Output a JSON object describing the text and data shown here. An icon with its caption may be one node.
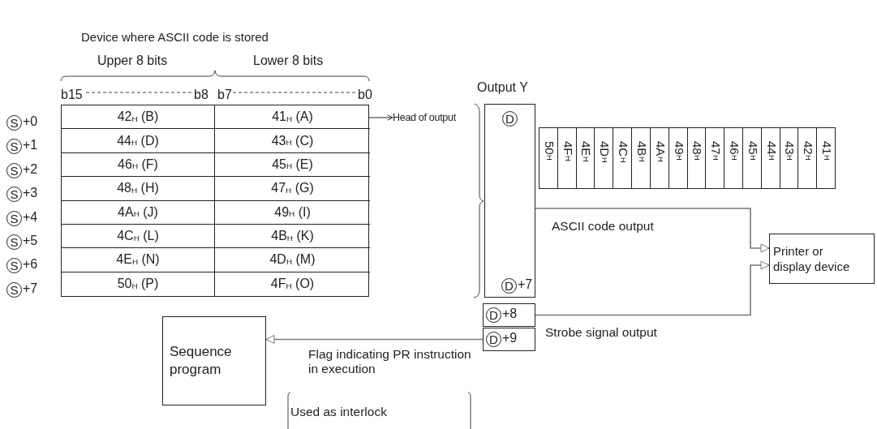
{
  "diagram": {
    "title": "Device where ASCII code is stored",
    "nodes": [
      {
        "text": [
          "Output Y",
          "D",
          "D",
          "+7"
        ]
      },
      {
        "text": [
          "D",
          "+8"
        ]
      },
      {
        "text": [
          "D",
          "+9"
        ]
      },
      {
        "text": [
          "Printer or display device"
        ]
      },
      {
        "text": [
          "Sequence program"
        ]
      },
      {
        "text": [
          "42$_{H}$ (B)",
          "41$_{H}$ (A)",
          "44$_{H}$ (D)",
          "43$_{H}$ (C)",
          "46$_{H}$ (F)",
          "45$_{H}$ (E)",
          "48$_{H}$ (H)",
          "47$_{H}$ (G)",
          "4A$_{H}$ (J)",
          "49$_{H}$ (I)",
          "4C$_{H}$ (L)",
          "4B$_{H}$ (K)",
          "4E$_{H}$ (N)",
          "4D$_{H}$ (M)",
          "50$_{H}$ (P)",
          "4F$_{H}$ (O)"
        ]
      },
      {
        "text": [
          "Head of output"
        ]
      },
      {
        "text": [
          "50$_{H}$",
          "4F$_{H}$",
          "4E$_{H}$",
          "4D$_{H}$",
          "4C$_{H}$",
          "4B$_{H}$",
          "4A$_{H}$",
          "49$_{H}$",
          "48$_{H}$",
          "47$_{H}$",
          "46$_{H}$",
          "45$_{H}$",
          "44$_{H}$",
          "43$_{H}$",
          "42$_{H}$",
          "41$_{H}$"
        ]
      }
    ],
    "edges": [
      {
        "from": 5,
        "to": 6,
        "arrow": "to"
      },
      {
        "from": 0,
        "to": 3,
        "arrow": "to",
        "label": "ASCII code output"
      },
      {
        "from": 1,
        "to": 3,
        "arrow": "to",
        "label": "Strobe signal output"
      },
      {
        "from": 2,
        "to": 4,
        "arrow": "to",
        "label": "Flag indicating PR instruction in execution"
      }
    ],
    "labels": [
      "Upper 8 bits",
      "Lower 8 bits",
      "b15",
      "b8",
      "b7",
      "b0",
      "S",
      "+0",
      "S",
      "+1",
      "S",
      "+2",
      "S",
      "+3",
      "S",
      "+4",
      "S",
      "+5",
      "S",
      "+6",
      "S",
      "+7",
      "Used as interlock"
    ]
  }
}
